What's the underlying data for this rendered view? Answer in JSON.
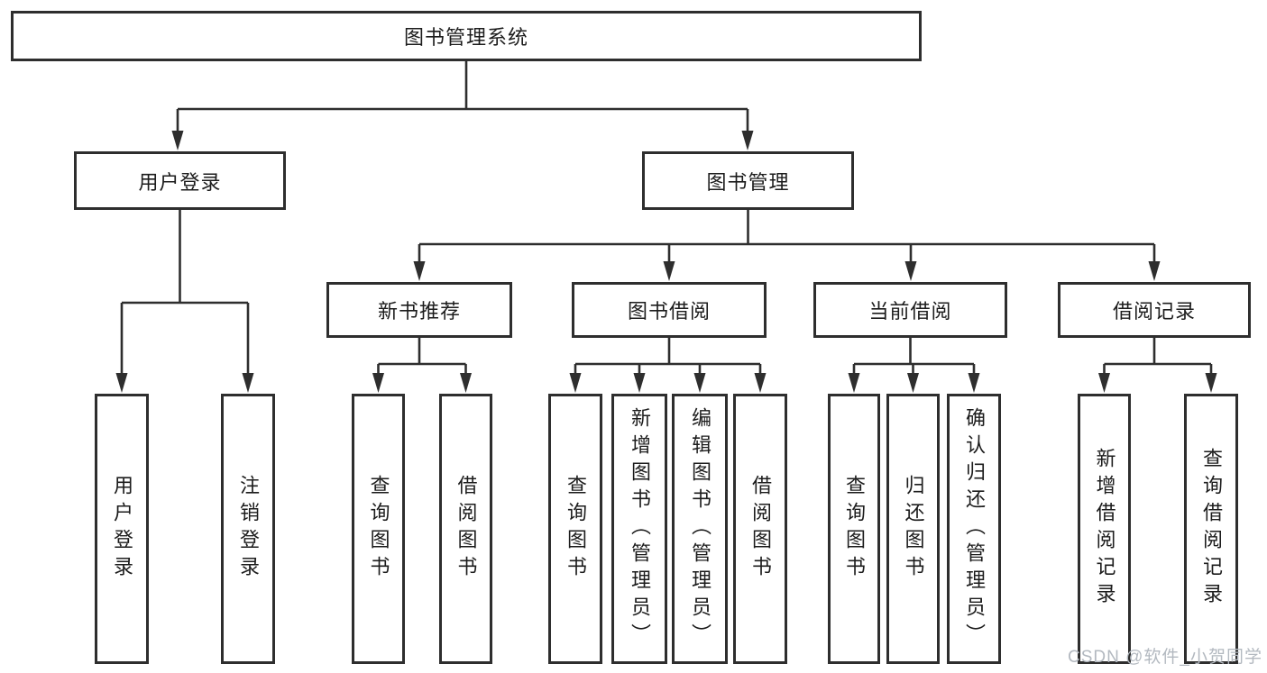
{
  "tree": {
    "label": "图书管理系统",
    "children": [
      {
        "label": "用户登录",
        "children": [
          {
            "label": "用户登录"
          },
          {
            "label": "注销登录"
          }
        ]
      },
      {
        "label": "图书管理",
        "children": [
          {
            "label": "新书推荐",
            "children": [
              {
                "label": "查询图书"
              },
              {
                "label": "借阅图书"
              }
            ]
          },
          {
            "label": "图书借阅",
            "children": [
              {
                "label": "查询图书"
              },
              {
                "label": "新增图书（管理员）"
              },
              {
                "label": "编辑图书（管理员）"
              },
              {
                "label": "借阅图书"
              }
            ]
          },
          {
            "label": "当前借阅",
            "children": [
              {
                "label": "查询图书"
              },
              {
                "label": "归还图书"
              },
              {
                "label": "确认归还（管理员）"
              }
            ]
          },
          {
            "label": "借阅记录",
            "children": [
              {
                "label": "新增借阅记录"
              },
              {
                "label": "查询借阅记录"
              }
            ]
          }
        ]
      }
    ]
  },
  "watermark": {
    "text": "CSDN @软件_小贺同学"
  },
  "colors": {
    "line": "#2e2e2e",
    "text": "#1c1c1c",
    "watermark": "#b3b9c0"
  }
}
